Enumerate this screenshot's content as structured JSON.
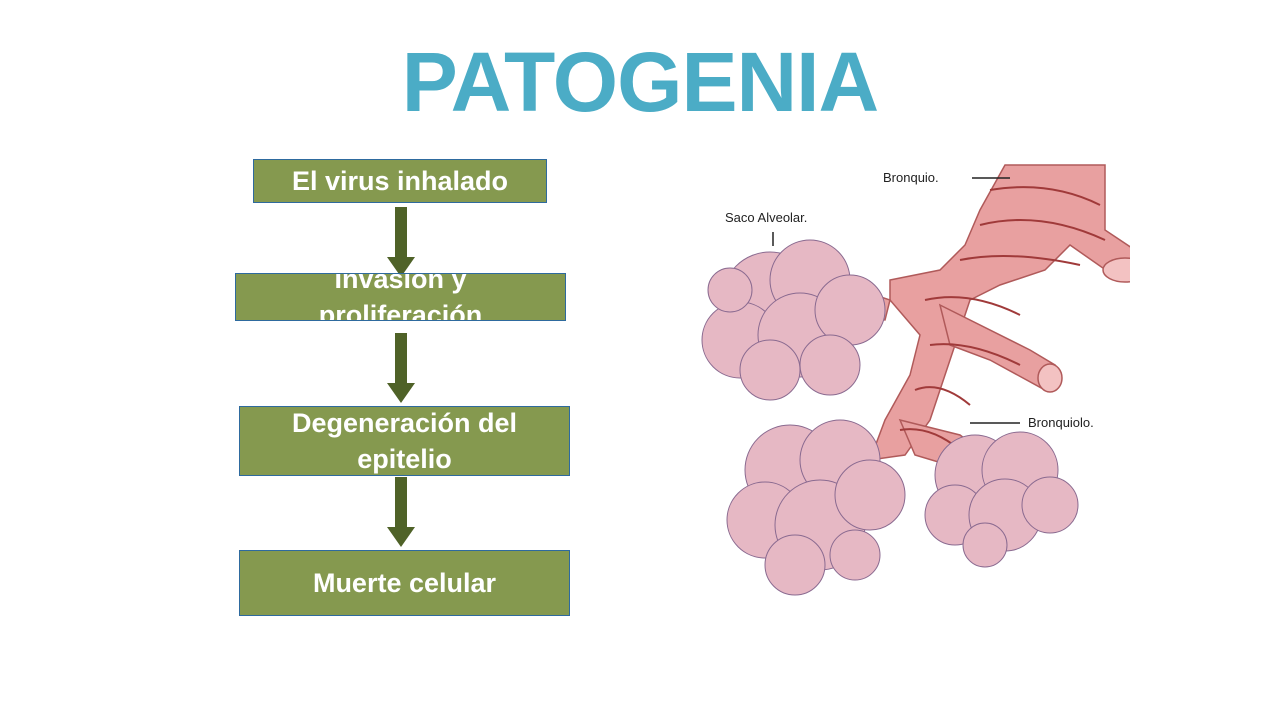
{
  "title": "PATOGENIA",
  "steps": [
    {
      "label": "El virus inhalado"
    },
    {
      "label": "Invasión y proliferación"
    },
    {
      "label": "Degeneración del epitelio"
    },
    {
      "label": "Muerte celular"
    }
  ],
  "colors": {
    "title": "#4bacc6",
    "box_fill": "#85994f",
    "box_border": "#2e6a9e",
    "arrow": "#4f6228",
    "airway": "#e8a0a0",
    "alveoli": "#e6b8c4"
  },
  "illustration": {
    "labels": {
      "bronquio": "Bronquio.",
      "saco_alveolar": "Saco Alveolar.",
      "bronquiolo": "Bronquiolo."
    }
  }
}
